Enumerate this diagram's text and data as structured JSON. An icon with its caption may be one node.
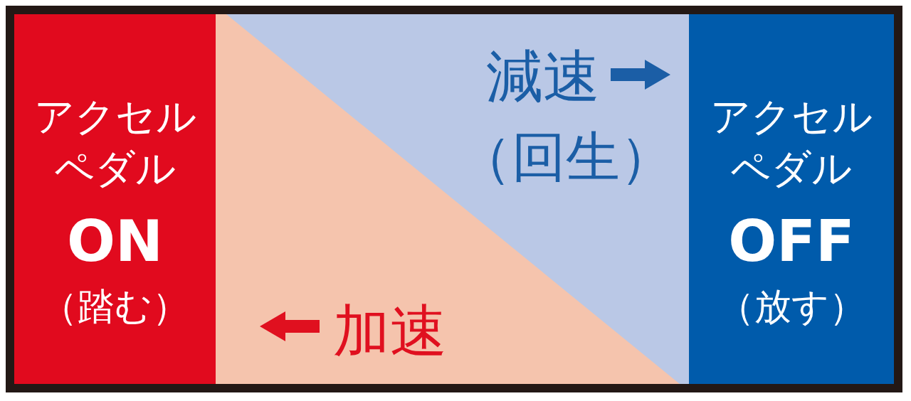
{
  "diagram": {
    "nodes": [
      {
        "text": [
          "アクセルペダル",
          "ON",
          "（踏む）"
        ]
      },
      {
        "text": [
          "加速"
        ]
      },
      {
        "text": [
          "減速",
          "（回生）"
        ],
        "in": 1
      },
      {
        "text": [
          "アクセルペダル",
          "OFF",
          "（放す）"
        ]
      }
    ]
  }
}
